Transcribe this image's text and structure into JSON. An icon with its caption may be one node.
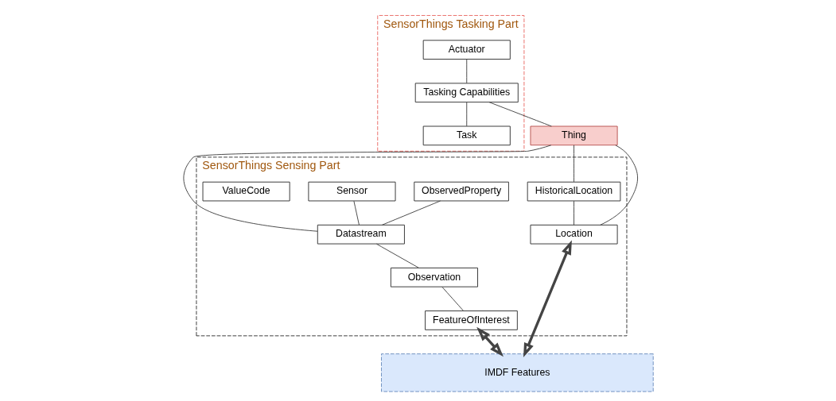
{
  "diagram": {
    "nodes": [
      {
        "text": [
          "SensorThings Sensing Part"
        ]
      },
      {
        "text": [
          "SensorThings Tasking Part"
        ]
      },
      {
        "text": [
          "ObservedProperty"
        ],
        "in": 0
      },
      {
        "text": [
          "Sensor"
        ],
        "in": 0
      },
      {
        "text": [
          "Actuator"
        ],
        "in": 1
      },
      {
        "text": [
          "Datastream"
        ],
        "in": 0
      },
      {
        "text": [
          "Tasking Capabilities"
        ],
        "in": 1
      },
      {
        "text": [
          "Thing"
        ]
      },
      {
        "text": [
          "Task"
        ],
        "in": 1
      },
      {
        "text": [
          "Observation"
        ],
        "in": 0
      },
      {
        "text": [
          "HistoricalLocation"
        ],
        "in": 0
      },
      {
        "text": [
          "Location"
        ],
        "in": 0
      },
      {
        "text": [
          "ValueCode"
        ],
        "in": 0
      },
      {
        "text": [
          "FeatureOfInterest"
        ],
        "in": 0
      },
      {
        "text": [
          "IMDF Features"
        ]
      }
    ],
    "edges": [
      {
        "from": 2,
        "to": 5,
        "arrow": "none"
      },
      {
        "from": 3,
        "to": 5,
        "arrow": "none"
      },
      {
        "from": 7,
        "to": 5,
        "arrow": "none"
      },
      {
        "from": 4,
        "to": 6,
        "arrow": "none"
      },
      {
        "from": 6,
        "to": 7,
        "arrow": "none"
      },
      {
        "from": 6,
        "to": 8,
        "arrow": "none"
      },
      {
        "from": 7,
        "to": 11,
        "arrow": "none"
      },
      {
        "from": 7,
        "to": 10,
        "arrow": "none"
      },
      {
        "from": 10,
        "to": 11,
        "arrow": "none"
      },
      {
        "from": 5,
        "to": 9,
        "arrow": "none"
      },
      {
        "from": 9,
        "to": 13,
        "arrow": "none"
      },
      {
        "from": 11,
        "to": 14,
        "arrow": "both",
        "style": "thick"
      },
      {
        "from": 13,
        "to": 14,
        "arrow": "both",
        "style": "thick"
      }
    ]
  }
}
